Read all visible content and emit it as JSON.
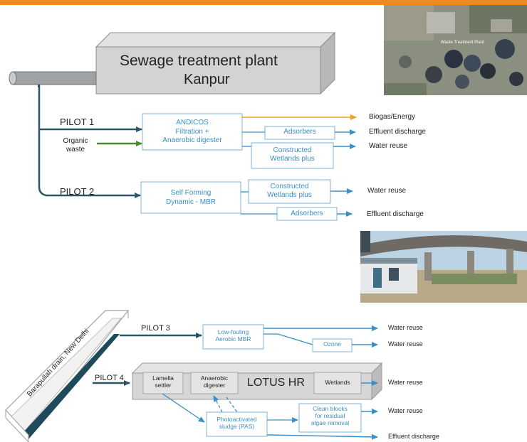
{
  "colors": {
    "accent_bar": "#f08a1c",
    "flow_blue": "#3a8fc7",
    "pilot_line": "#2b5468",
    "organic_arrow": "#4a8a2a",
    "biogas_arrow": "#f0a020"
  },
  "kanpur": {
    "plant_title": "Sewage treatment plant",
    "plant_city": "Kanpur",
    "photo_caption": "Waste Treatment Plant",
    "pilot1": {
      "label": "PILOT 1",
      "organic_input": [
        "Organic",
        "waste"
      ],
      "process": [
        "ANDICOS",
        "Filtration +",
        "Anaerobic digester"
      ],
      "adsorbers": "Adsorbers",
      "wetlands": [
        "Constructed",
        "Wetlands plus"
      ],
      "outputs": {
        "biogas": "Biogas/Energy",
        "effluent": "Effluent discharge",
        "reuse": "Water reuse"
      }
    },
    "pilot2": {
      "label": "PILOT 2",
      "process": [
        "Self Forming",
        "Dynamic - MBR"
      ],
      "wetlands": [
        "Constructed",
        "Wetlands plus"
      ],
      "adsorbers": "Adsorbers",
      "outputs": {
        "reuse": "Water reuse",
        "effluent": "Effluent discharge"
      }
    }
  },
  "delhi": {
    "drain_label": "Barapullah drain, New Delhi",
    "pilot3": {
      "label": "PILOT 3",
      "process": [
        "Low-fouling",
        "Aerobic MBR"
      ],
      "ozone": "Ozone",
      "outputs": {
        "reuse1": "Water reuse",
        "reuse2": "Water reuse"
      }
    },
    "pilot4": {
      "label": "PILOT 4",
      "system_name": "LOTUS HR",
      "lamella": [
        "Lamella",
        "settler"
      ],
      "anaerobic": [
        "Anaerobic",
        "digester"
      ],
      "wetlands": "Wetlands",
      "pas": [
        "Photoactivated",
        "sludge (PAS)"
      ],
      "clean_blocks": [
        "Clean blocks",
        "for residual",
        "algae removal"
      ],
      "outputs": {
        "reuse1": "Water reuse",
        "reuse2": "Water reuse",
        "effluent": "Effluent discharge"
      }
    }
  }
}
